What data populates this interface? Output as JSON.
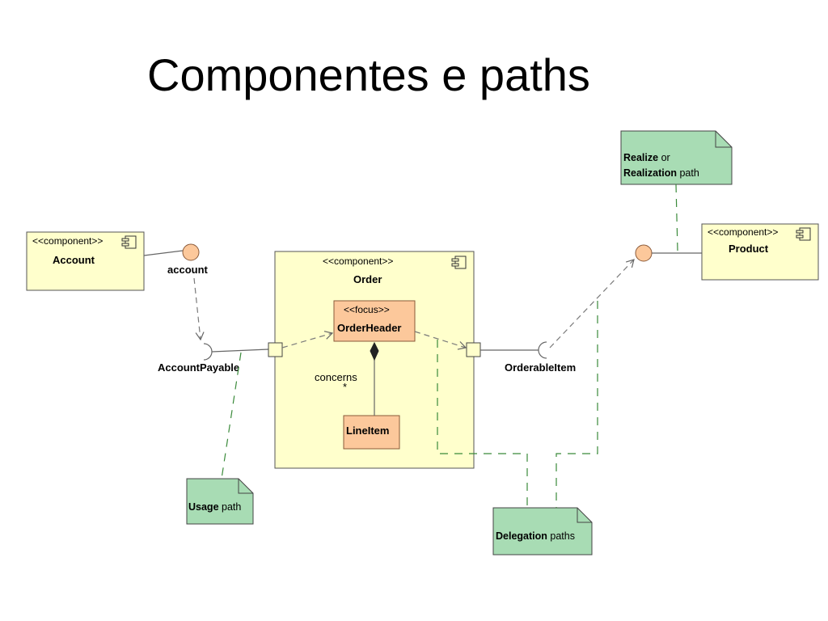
{
  "title": "Componentes e paths",
  "components": {
    "account": {
      "stereotype": "<<component>>",
      "name": "Account",
      "interface": "account"
    },
    "order": {
      "stereotype": "<<component>>",
      "name": "Order"
    },
    "product": {
      "stereotype": "<<component>>",
      "name": "Product"
    }
  },
  "classes": {
    "order_header": {
      "stereotype": "<<focus>>",
      "name": "OrderHeader"
    },
    "line_item": {
      "name": "LineItem"
    }
  },
  "association": {
    "role": "concerns",
    "multiplicity": "*"
  },
  "interfaces": {
    "account_payable": "AccountPayable",
    "orderable_item": "OrderableItem"
  },
  "notes": {
    "realize": {
      "bold1": "Realize",
      "text1": " or",
      "bold2": "Realization",
      "text2": " path"
    },
    "usage": {
      "bold": "Usage",
      "text": " path"
    },
    "delegation": {
      "bold": "Delegation",
      "text": " paths"
    }
  },
  "colors": {
    "component_fill": "#ffffcc",
    "class_fill": "#fcc89b",
    "note_fill": "#a8dcb4"
  }
}
